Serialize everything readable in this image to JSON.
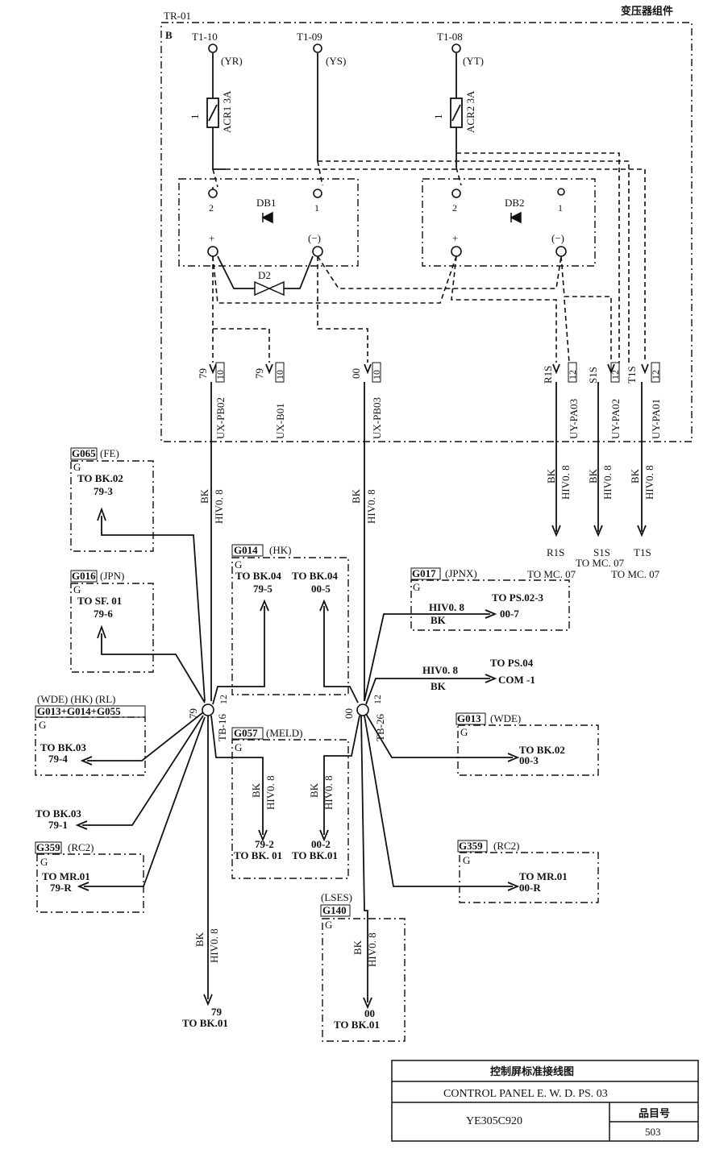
{
  "header": {
    "assembly_title": "变压器组件",
    "assembly_code": "TR-01",
    "panel_letter": "B"
  },
  "terminals_top": [
    {
      "id": "T1-10",
      "phase": "(YR)"
    },
    {
      "id": "T1-09",
      "phase": "(YS)"
    },
    {
      "id": "T1-08",
      "phase": "(YT)"
    }
  ],
  "fuses": [
    {
      "label": "ACR1 3A",
      "pin": "1"
    },
    {
      "label": "ACR2 3A",
      "pin": "1"
    }
  ],
  "rectifiers": [
    {
      "name": "DB1",
      "pin2": "2",
      "pin1": "1",
      "plus": "+",
      "minus": "(−)"
    },
    {
      "name": "DB2",
      "pin2": "2",
      "pin1": "1",
      "plus": "+",
      "minus": "(−)"
    }
  ],
  "diode": "D2",
  "connectors": [
    {
      "wire": "79",
      "pins": "10",
      "name": "UX-PB02"
    },
    {
      "wire": "79",
      "pins": "10",
      "name": "UX-B01"
    },
    {
      "wire": "00",
      "pins": "10",
      "name": "UX-PB03"
    },
    {
      "wire": "R1S",
      "pins": "12",
      "name": "UY-PA03"
    },
    {
      "wire": "S1S",
      "pins": "12",
      "name": "UY-PA02"
    },
    {
      "wire": "T1S",
      "pins": "12",
      "name": "UY-PA01"
    }
  ],
  "wire_spec": {
    "color": "BK",
    "type": "HIV0. 8"
  },
  "outputs_right": [
    {
      "wire": "R1S",
      "dest": "TO MC. 07"
    },
    {
      "wire": "S1S",
      "dest": "TO MC. 07"
    },
    {
      "wire": "T1S",
      "dest": "TO MC. 07"
    }
  ],
  "junctions": [
    {
      "wire": "79",
      "block": "TB-16",
      "pins": "12"
    },
    {
      "wire": "00",
      "block": "TB-26",
      "pins": "12"
    }
  ],
  "groups": {
    "g065": {
      "code": "G065",
      "tag": "(FE)",
      "g": "G",
      "dest": "TO BK.02",
      "wire": "79-3"
    },
    "g016": {
      "code": "G016",
      "tag": "(JPN)",
      "g": "G",
      "dest": "TO SF. 01",
      "wire": "79-6"
    },
    "g014": {
      "code": "G014",
      "tag": "(HK)",
      "g": "G",
      "dest_a": "TO BK.04",
      "wire_a": "79-5",
      "dest_b": "TO BK.04",
      "wire_b": "00-5"
    },
    "g017": {
      "code": "G017",
      "tag": "(JPNX)",
      "g": "G",
      "spec": "HIV0. 8",
      "color": "BK",
      "dest": "TO  PS.02-3",
      "wire": "00-7"
    },
    "g013a": {
      "pretag": "(WDE) (HK) (RL)",
      "code": "G013+G014+G055",
      "g": "G",
      "dest": "TO BK.03",
      "wire": "79-4"
    },
    "g057": {
      "code": "G057",
      "tag": "(MELD)",
      "g": "G",
      "wire_a": "79-2",
      "dest_a": "TO BK. 01",
      "wire_b": "00-2",
      "dest_b": "TO BK.01"
    },
    "g013b": {
      "code": "G013",
      "tag": "(WDE)",
      "g": "G",
      "dest": "TO BK.02",
      "wire": "00-3"
    },
    "g359a": {
      "code": "G359",
      "tag": "(RC2)",
      "g": "G",
      "dest": "TO MR.01",
      "wire": "79-R"
    },
    "g359b": {
      "code": "G359",
      "tag": "(RC2)",
      "g": "G",
      "dest": "TO MR.01",
      "wire": "00-R"
    },
    "g140": {
      "pretag": "(LSES)",
      "code": "G140",
      "g": "G",
      "wire": "00",
      "dest": "TO BK.01"
    }
  },
  "free_outputs": {
    "bk03": {
      "dest": "TO BK.03",
      "wire": "79-1"
    },
    "ps04": {
      "spec": "HIV0. 8",
      "color": "BK",
      "dest": "TO PS.04",
      "wire": "COM -1"
    },
    "bottom79": {
      "wire": "79",
      "dest": "TO BK.01"
    }
  },
  "title_block": {
    "cn_title": "控制屏标准接线图",
    "en_title": "CONTROL PANEL E. W. D. PS. 03",
    "part_no": "YE305C920",
    "item_label": "品目号",
    "item_no": "503"
  }
}
